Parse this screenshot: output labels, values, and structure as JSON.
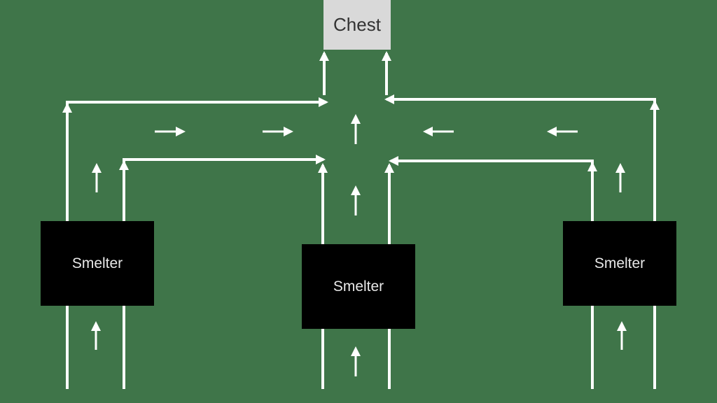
{
  "colors": {
    "background": "#3f7549",
    "belt": "#ffffff",
    "chest": "#d9d9d9",
    "smelter": "#000000"
  },
  "nodes": {
    "chest": {
      "label": "Chest"
    },
    "smelters": [
      {
        "label": "Smelter"
      },
      {
        "label": "Smelter"
      },
      {
        "label": "Smelter"
      }
    ]
  },
  "icons": {
    "flow_arrow": "arrow-icon"
  }
}
